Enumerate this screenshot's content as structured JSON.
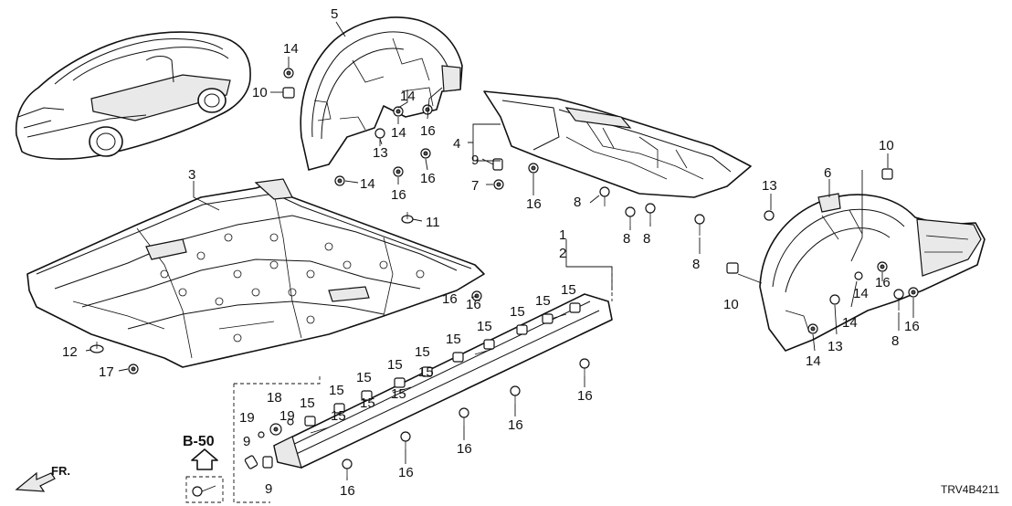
{
  "diagram": {
    "diagram_code": "TRV4B4211",
    "direction_label": "FR.",
    "reference_label": "B-50",
    "callouts": [
      "5",
      "14",
      "10",
      "14",
      "14",
      "13",
      "16",
      "16",
      "16",
      "4",
      "9",
      "7",
      "16",
      "14",
      "3",
      "11",
      "1",
      "2",
      "16",
      "12",
      "17",
      "8",
      "8",
      "8",
      "8",
      "6",
      "10",
      "13",
      "10",
      "14",
      "16",
      "14",
      "13",
      "16",
      "8",
      "14",
      "15",
      "15",
      "15",
      "15",
      "15",
      "15",
      "15",
      "15",
      "15",
      "15",
      "15",
      "15",
      "15",
      "15",
      "18",
      "19",
      "19",
      "9",
      "9",
      "16",
      "16",
      "16",
      "16",
      "16",
      "16"
    ]
  }
}
